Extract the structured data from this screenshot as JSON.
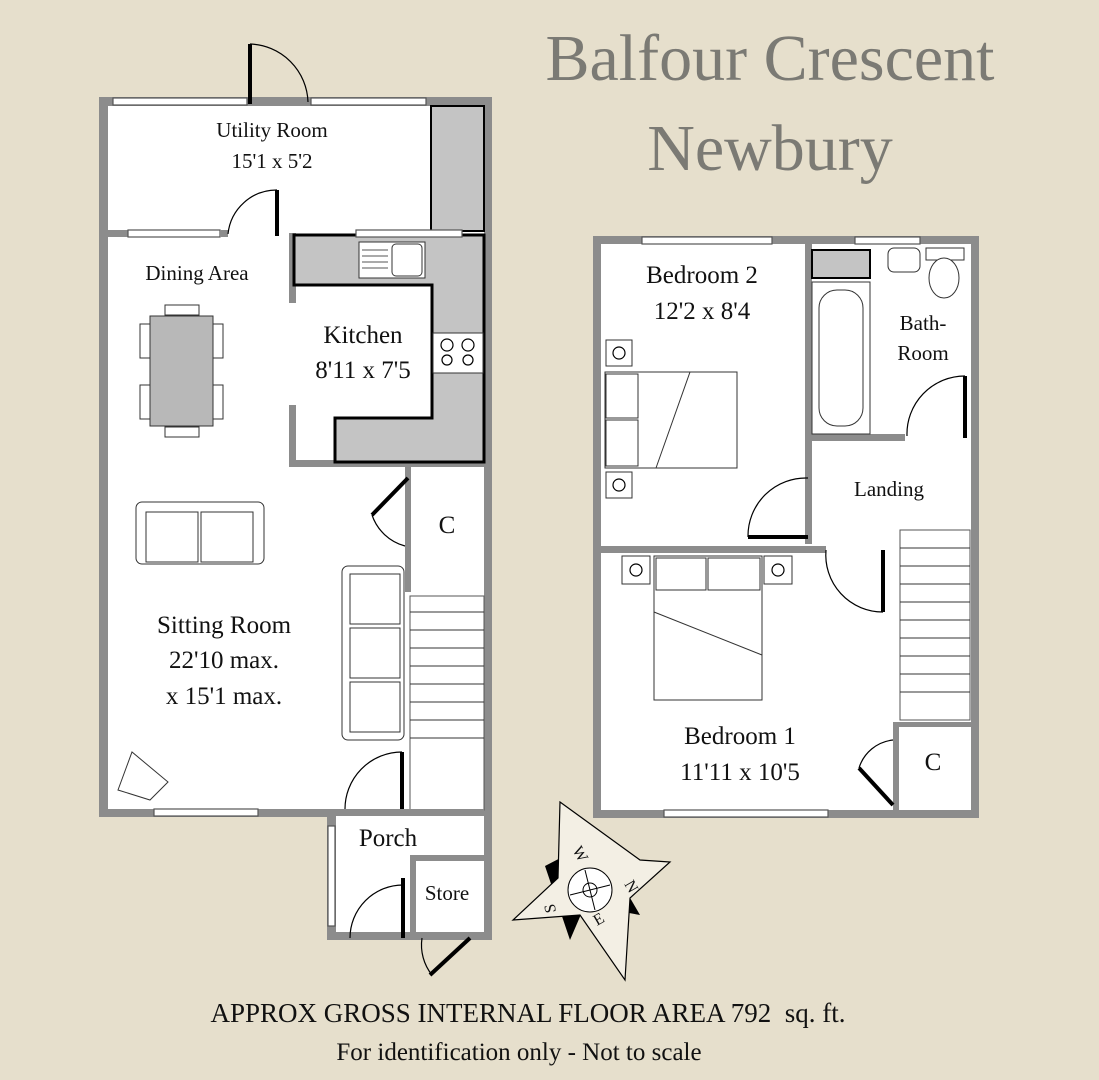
{
  "title": {
    "line1": "Balfour Crescent",
    "line2": "Newbury"
  },
  "ground_floor": {
    "utility_room": {
      "name": "Utility Room",
      "size": "15'1 x 5'2"
    },
    "dining_area": {
      "name": "Dining Area"
    },
    "kitchen": {
      "name": "Kitchen",
      "size": "8'11 x 7'5"
    },
    "cupboard": {
      "name": "C"
    },
    "sitting_room": {
      "name": "Sitting Room",
      "size1": "22'10 max.",
      "size2": "x 15'1 max."
    },
    "porch": {
      "name": "Porch"
    },
    "store": {
      "name": "Store"
    }
  },
  "first_floor": {
    "bedroom2": {
      "name": "Bedroom 2",
      "size": "12'2 x 8'4"
    },
    "bathroom": {
      "name1": "Bath-",
      "name2": "Room"
    },
    "landing": {
      "name": "Landing"
    },
    "bedroom1": {
      "name": "Bedroom 1",
      "size": "11'11 x 10'5"
    },
    "cupboard": {
      "name": "C"
    }
  },
  "compass": {
    "n": "N",
    "e": "E",
    "s": "S",
    "w": "W"
  },
  "footer": {
    "area_line": "APPROX GROSS INTERNAL FLOOR AREA 792  sq. ft.",
    "note": "For identification only - Not to scale"
  },
  "colors": {
    "background": "#e6dfcc",
    "wall": "#8c8c8c",
    "title": "#7b7a74",
    "units": "#c4c4c4"
  }
}
